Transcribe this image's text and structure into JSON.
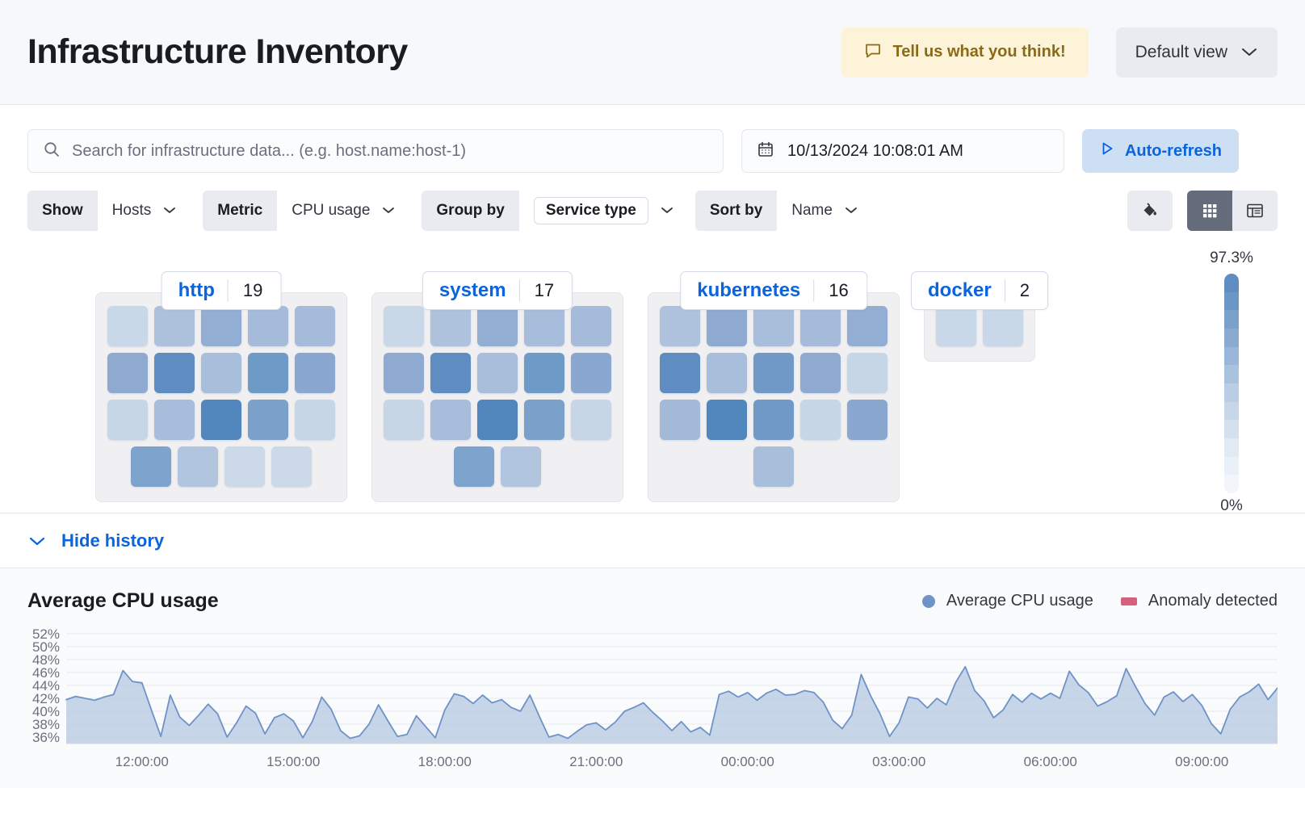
{
  "header": {
    "title": "Infrastructure Inventory",
    "feedback_label": "Tell us what you think!",
    "feedback_icon": "comment-icon",
    "default_view_label": "Default view",
    "chevron_icon": "chevron-down-icon"
  },
  "search": {
    "placeholder": "Search for infrastructure data... (e.g. host.name:host-1)",
    "icon": "search-icon"
  },
  "datepicker": {
    "value": "10/13/2024 10:08:01 AM",
    "icon": "calendar-icon"
  },
  "refresh": {
    "label": "Auto-refresh",
    "icon": "play-icon"
  },
  "filters": [
    {
      "label": "Show",
      "value": "Hosts",
      "boxed": false
    },
    {
      "label": "Metric",
      "value": "CPU usage",
      "boxed": false
    },
    {
      "label": "Group by",
      "value": "Service type",
      "boxed": true
    },
    {
      "label": "Sort by",
      "value": "Name",
      "boxed": false
    }
  ],
  "view_controls": {
    "legend_button_icon": "paint-bucket-icon",
    "grid_view_icon": "grid-icon",
    "table_view_icon": "table-icon",
    "active_view": "grid"
  },
  "waffle": {
    "legend": {
      "max": "97.3%",
      "min": "0%"
    },
    "groups": [
      {
        "name": "http",
        "count": "19",
        "rows": [
          [
            "#c9d8e8",
            "#adc1dd",
            "#93aed3",
            "#a6bbda",
            "#a6bbda"
          ],
          [
            "#8eaad1",
            "#5f8dc2",
            "#a9bedb",
            "#6e9ac8",
            "#8aa7d0"
          ],
          [
            "#c6d6e7",
            "#a8bddb",
            "#5287bd",
            "#7ba1cb",
            "#c6d6e7"
          ],
          [
            "#7ea3cc",
            "#b2c5de",
            "#cbd9e9",
            "#cbd9e9"
          ]
        ]
      },
      {
        "name": "system",
        "count": "17",
        "rows": [
          [
            "#c9d8e8",
            "#aec2dd",
            "#93aed3",
            "#a8bddb",
            "#a6bbda"
          ],
          [
            "#8eaad1",
            "#5f8dc2",
            "#a9bedb",
            "#6e9ac8",
            "#8aa7d0"
          ],
          [
            "#c6d6e7",
            "#a8bddb",
            "#5287bd",
            "#7ba1cb",
            "#c6d6e7"
          ],
          [
            "#7ea3cc",
            "#b2c5de"
          ]
        ]
      },
      {
        "name": "kubernetes",
        "count": "16",
        "rows": [
          [
            "#aec2dd",
            "#8eaad1",
            "#a9bedb",
            "#a6bbda",
            "#93aed3"
          ],
          [
            "#5f8dc2",
            "#a9bedb",
            "#7099c7",
            "#8eaad1",
            "#c6d6e7"
          ],
          [
            "#a2b9d8",
            "#5287bd",
            "#7099c7",
            "#c6d6e7",
            "#8aa7d0"
          ],
          [
            "#a9bedb"
          ]
        ]
      },
      {
        "name": "docker",
        "count": "2",
        "rows": [
          [
            "#c9d8e8",
            "#c9d8e8"
          ]
        ]
      }
    ]
  },
  "history": {
    "toggle_label": "Hide history",
    "toggle_icon": "chevron-down-icon"
  },
  "chart_data": {
    "type": "area",
    "title": "Average CPU usage",
    "xlabel": "",
    "ylabel": "",
    "grid": true,
    "legend_position": "top-right",
    "legend": [
      {
        "name": "Average CPU usage",
        "color": "#6f93c6",
        "marker": "circle"
      },
      {
        "name": "Anomaly detected",
        "color": "#d6617f",
        "marker": "square"
      }
    ],
    "ylim": [
      35,
      53
    ],
    "ytick_labels": [
      "52%",
      "50%",
      "48%",
      "46%",
      "44%",
      "42%",
      "40%",
      "38%",
      "36%"
    ],
    "ytick_values": [
      52,
      50,
      48,
      46,
      44,
      42,
      40,
      38,
      36
    ],
    "xtick_labels": [
      "12:00:00",
      "15:00:00",
      "18:00:00",
      "21:00:00",
      "00:00:00",
      "03:00:00",
      "06:00:00",
      "09:00:00"
    ],
    "series": [
      {
        "name": "Average CPU usage",
        "color": "#6f93c6",
        "fill": "#b6c8e0",
        "values": [
          41.8,
          42.3,
          42.0,
          41.7,
          42.2,
          42.6,
          46.3,
          44.6,
          44.4,
          40.2,
          36.1,
          42.5,
          39.1,
          37.8,
          39.4,
          41.1,
          39.6,
          36.0,
          38.2,
          40.8,
          39.7,
          36.5,
          39.0,
          39.6,
          38.5,
          35.9,
          38.4,
          42.2,
          40.3,
          37.0,
          35.8,
          36.2,
          38.0,
          41.0,
          38.5,
          36.1,
          36.4,
          39.3,
          37.6,
          35.9,
          40.2,
          42.7,
          42.3,
          41.2,
          42.5,
          41.3,
          41.8,
          40.6,
          40.0,
          42.5,
          39.2,
          36.0,
          36.4,
          35.8,
          36.9,
          37.9,
          38.2,
          37.1,
          38.3,
          40.0,
          40.6,
          41.3,
          39.8,
          38.5,
          37.0,
          38.4,
          36.8,
          37.5,
          36.3,
          42.6,
          43.1,
          42.2,
          42.9,
          41.7,
          42.8,
          43.4,
          42.5,
          42.6,
          43.2,
          42.9,
          41.4,
          38.6,
          37.3,
          39.4,
          45.7,
          42.4,
          39.6,
          36.1,
          38.2,
          42.2,
          41.9,
          40.5,
          42.0,
          41.0,
          44.5,
          46.9,
          43.2,
          41.6,
          39.0,
          40.2,
          42.6,
          41.4,
          42.8,
          41.9,
          42.8,
          42.0,
          46.2,
          44.1,
          42.9,
          40.8,
          41.5,
          42.4,
          46.6,
          43.8,
          41.2,
          39.4,
          42.2,
          43.0,
          41.5,
          42.6,
          40.9,
          38.1,
          36.5,
          40.3,
          42.2,
          43.0,
          44.2,
          41.8,
          43.6
        ]
      }
    ]
  }
}
